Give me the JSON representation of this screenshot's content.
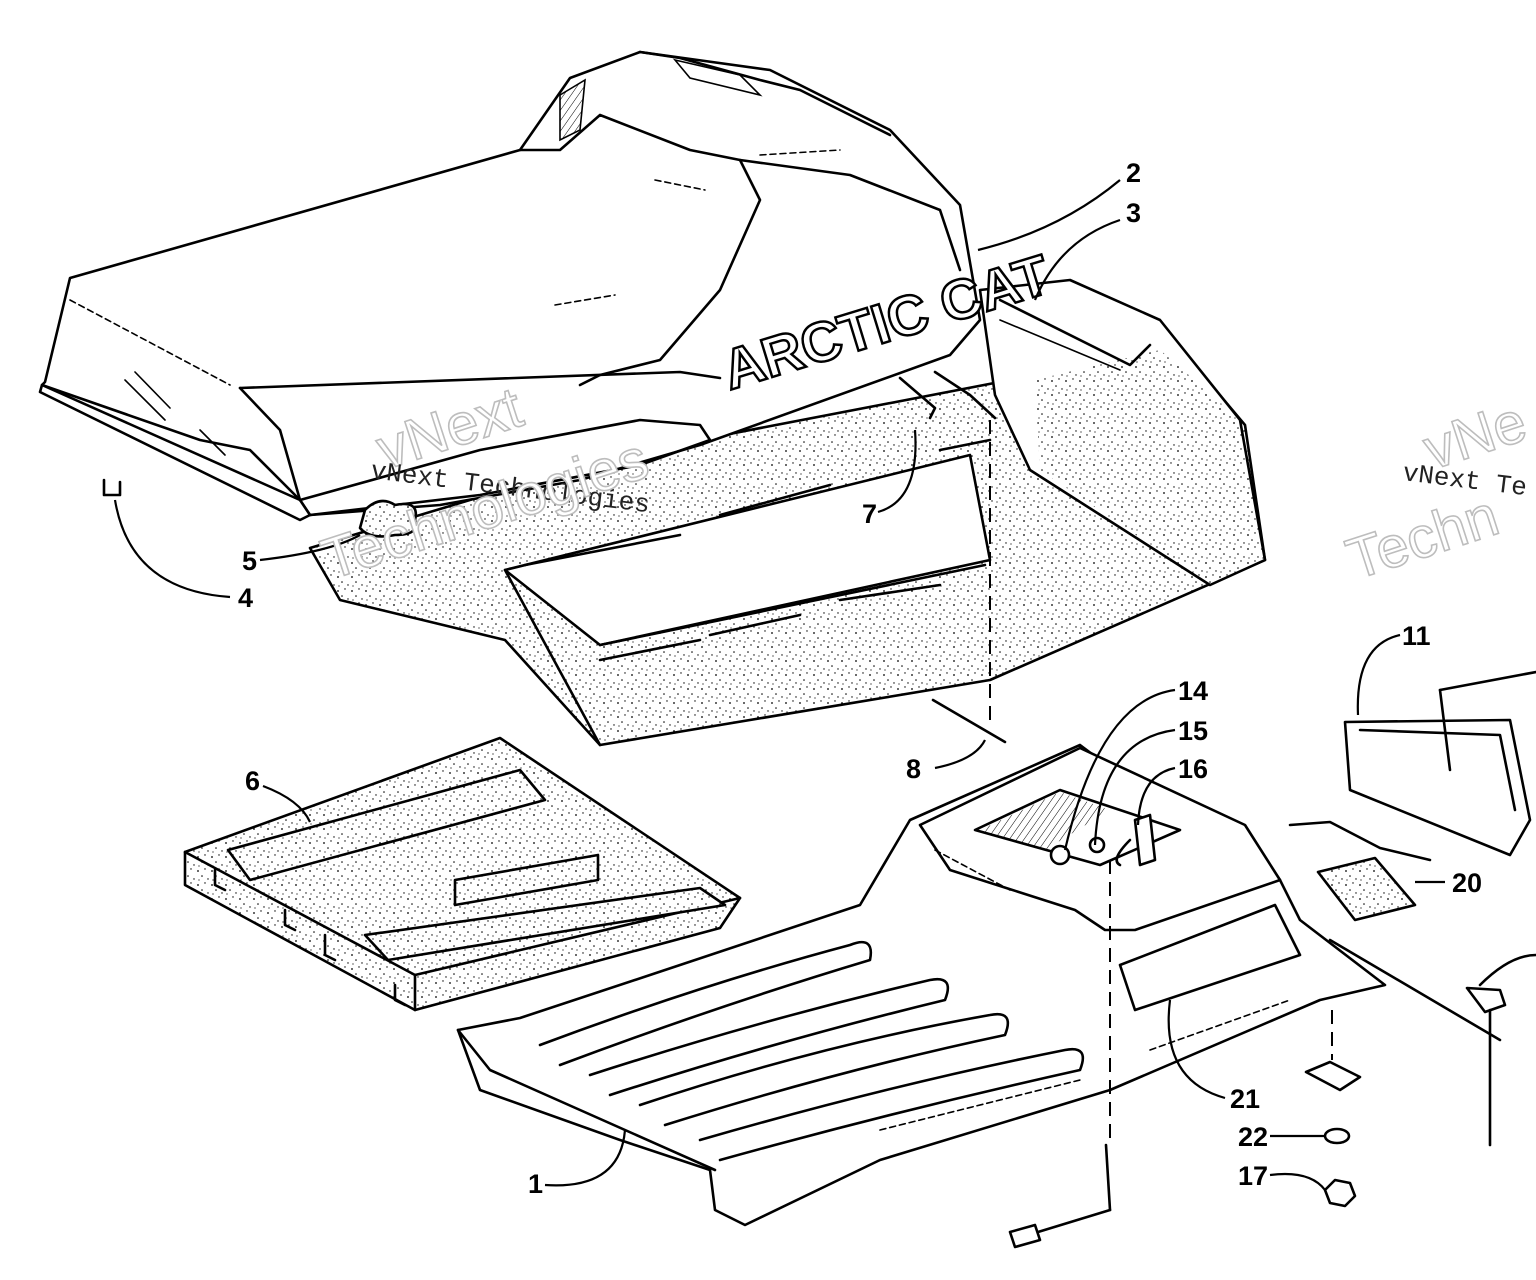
{
  "brand_text": "ARCTIC CAT",
  "watermarks": [
    {
      "line1": "vNext Technologies",
      "line2": "vNext",
      "line3": "Technologies"
    },
    {
      "line1": "vNext Te",
      "line2": "vNe",
      "line3": "Techn"
    }
  ],
  "callouts": [
    "1",
    "2",
    "3",
    "4",
    "5",
    "6",
    "7",
    "8",
    "11",
    "14",
    "15",
    "16",
    "17",
    "20",
    "21",
    "22"
  ]
}
